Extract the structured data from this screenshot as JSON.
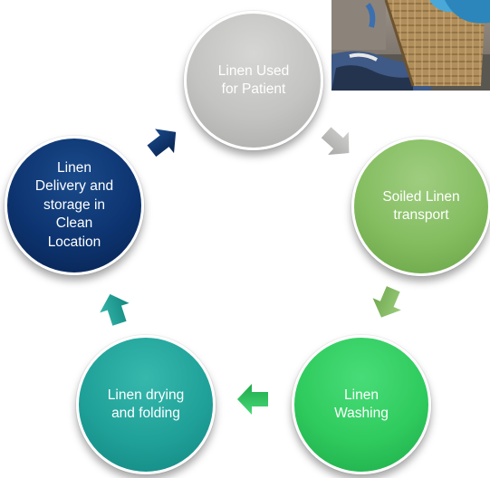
{
  "cycle": {
    "nodes": [
      {
        "label": "Linen Used\nfor Patient",
        "color": "#c3c3c1"
      },
      {
        "label": "Soiled Linen\ntransport",
        "color": "#84bd60"
      },
      {
        "label": "Linen\nWashing",
        "color": "#2fcb5e"
      },
      {
        "label": "Linen drying\nand folding",
        "color": "#1fa199"
      },
      {
        "label": "Linen\nDelivery and\nstorage  in\nClean\nLocation",
        "color": "#0d3470"
      }
    ],
    "arrow_colors": [
      "#bdbdbb",
      "#86b866",
      "#2ec05a",
      "#1fa39a",
      "#0b2f69"
    ]
  },
  "photo": {
    "subject": "laundry basket with clothes"
  }
}
